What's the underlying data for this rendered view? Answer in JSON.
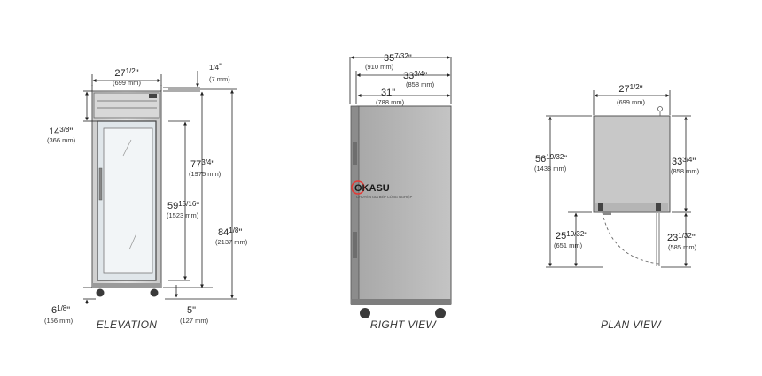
{
  "logo": {
    "brand": "OKASU",
    "tagline": "CHUYÊN GIA BẾP CÔNG NGHIỆP",
    "accent_color": "#e53935"
  },
  "views": {
    "elevation": {
      "label": "ELEVATION",
      "width": {
        "inch": "27",
        "frac": "1/2",
        "unit": "\"",
        "mm": "(699 mm)"
      },
      "top_gap": {
        "inch": "",
        "frac": "1/4",
        "unit": "\"",
        "mm": "(7 mm)"
      },
      "top_panel": {
        "inch": "14",
        "frac": "3/8",
        "unit": "\"",
        "mm": "(366 mm)"
      },
      "door_height": {
        "inch": "59",
        "frac": "15/16",
        "unit": "\"",
        "mm": "(1523 mm)"
      },
      "body_height": {
        "inch": "77",
        "frac": "3/4",
        "unit": "\"",
        "mm": "(1975 mm)"
      },
      "overall_height": {
        "inch": "84",
        "frac": "1/8",
        "unit": "\"",
        "mm": "(2137 mm)"
      },
      "base_height": {
        "inch": "6",
        "frac": "1/8",
        "unit": "\"",
        "mm": "(156 mm)"
      },
      "caster": {
        "inch": "5",
        "frac": "",
        "unit": "\"",
        "mm": "(127 mm)"
      }
    },
    "right_view": {
      "label": "RIGHT VIEW",
      "overall_depth": {
        "inch": "35",
        "frac": "7/32",
        "unit": "\"",
        "mm": "(910 mm)"
      },
      "body_depth": {
        "inch": "33",
        "frac": "3/4",
        "unit": "\"",
        "mm": "(858 mm)"
      },
      "cabinet_depth": {
        "inch": "31",
        "frac": "",
        "unit": "\"",
        "mm": "(788 mm)"
      }
    },
    "plan_view": {
      "label": "PLAN VIEW",
      "width": {
        "inch": "27",
        "frac": "1/2",
        "unit": "\"",
        "mm": "(699 mm)"
      },
      "depth": {
        "inch": "33",
        "frac": "3/4",
        "unit": "\"",
        "mm": "(858 mm)"
      },
      "door_swing_total": {
        "inch": "56",
        "frac": "19/32",
        "unit": "\"",
        "mm": "(1438 mm)"
      },
      "door_swing": {
        "inch": "25",
        "frac": "19/32",
        "unit": "\"",
        "mm": "(651 mm)"
      },
      "door_clearance": {
        "inch": "23",
        "frac": "1/32",
        "unit": "\"",
        "mm": "(585 mm)"
      }
    }
  }
}
